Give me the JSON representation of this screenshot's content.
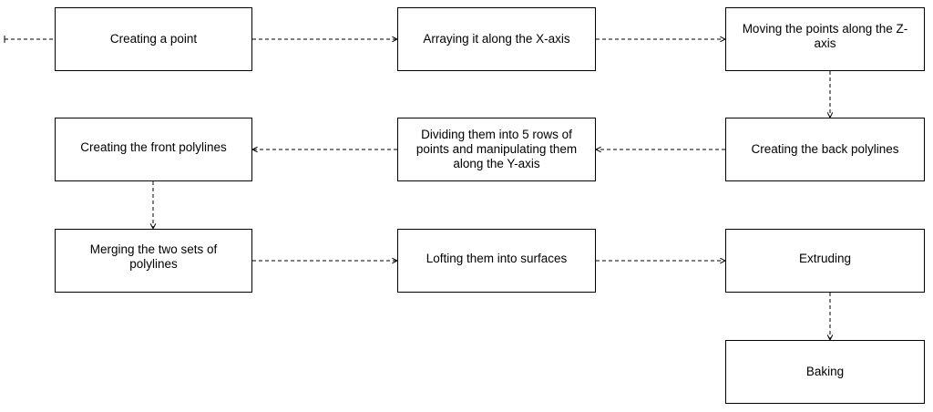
{
  "diagram": {
    "steps": [
      {
        "id": "n1",
        "label": "Creating a point"
      },
      {
        "id": "n2",
        "label": "Arraying it along the X-axis"
      },
      {
        "id": "n3",
        "label": "Moving the points along the Z-axis"
      },
      {
        "id": "n4",
        "label": "Creating the back polylines"
      },
      {
        "id": "n5",
        "label": "Dividing them into 5 rows of points and manipulating them along the Y-axis"
      },
      {
        "id": "n6",
        "label": "Creating the front polylines"
      },
      {
        "id": "n7",
        "label": "Merging the two sets of polylines"
      },
      {
        "id": "n8",
        "label": "Lofting them into surfaces"
      },
      {
        "id": "n9",
        "label": "Extruding"
      },
      {
        "id": "n10",
        "label": "Baking"
      }
    ],
    "edges": [
      {
        "from": "start",
        "to": "n1"
      },
      {
        "from": "n1",
        "to": "n2"
      },
      {
        "from": "n2",
        "to": "n3"
      },
      {
        "from": "n3",
        "to": "n4"
      },
      {
        "from": "n4",
        "to": "n5"
      },
      {
        "from": "n5",
        "to": "n6"
      },
      {
        "from": "n6",
        "to": "n7"
      },
      {
        "from": "n7",
        "to": "n8"
      },
      {
        "from": "n8",
        "to": "n9"
      },
      {
        "from": "n9",
        "to": "n10"
      }
    ],
    "line_color": "#000000",
    "line_style": "dashed"
  }
}
